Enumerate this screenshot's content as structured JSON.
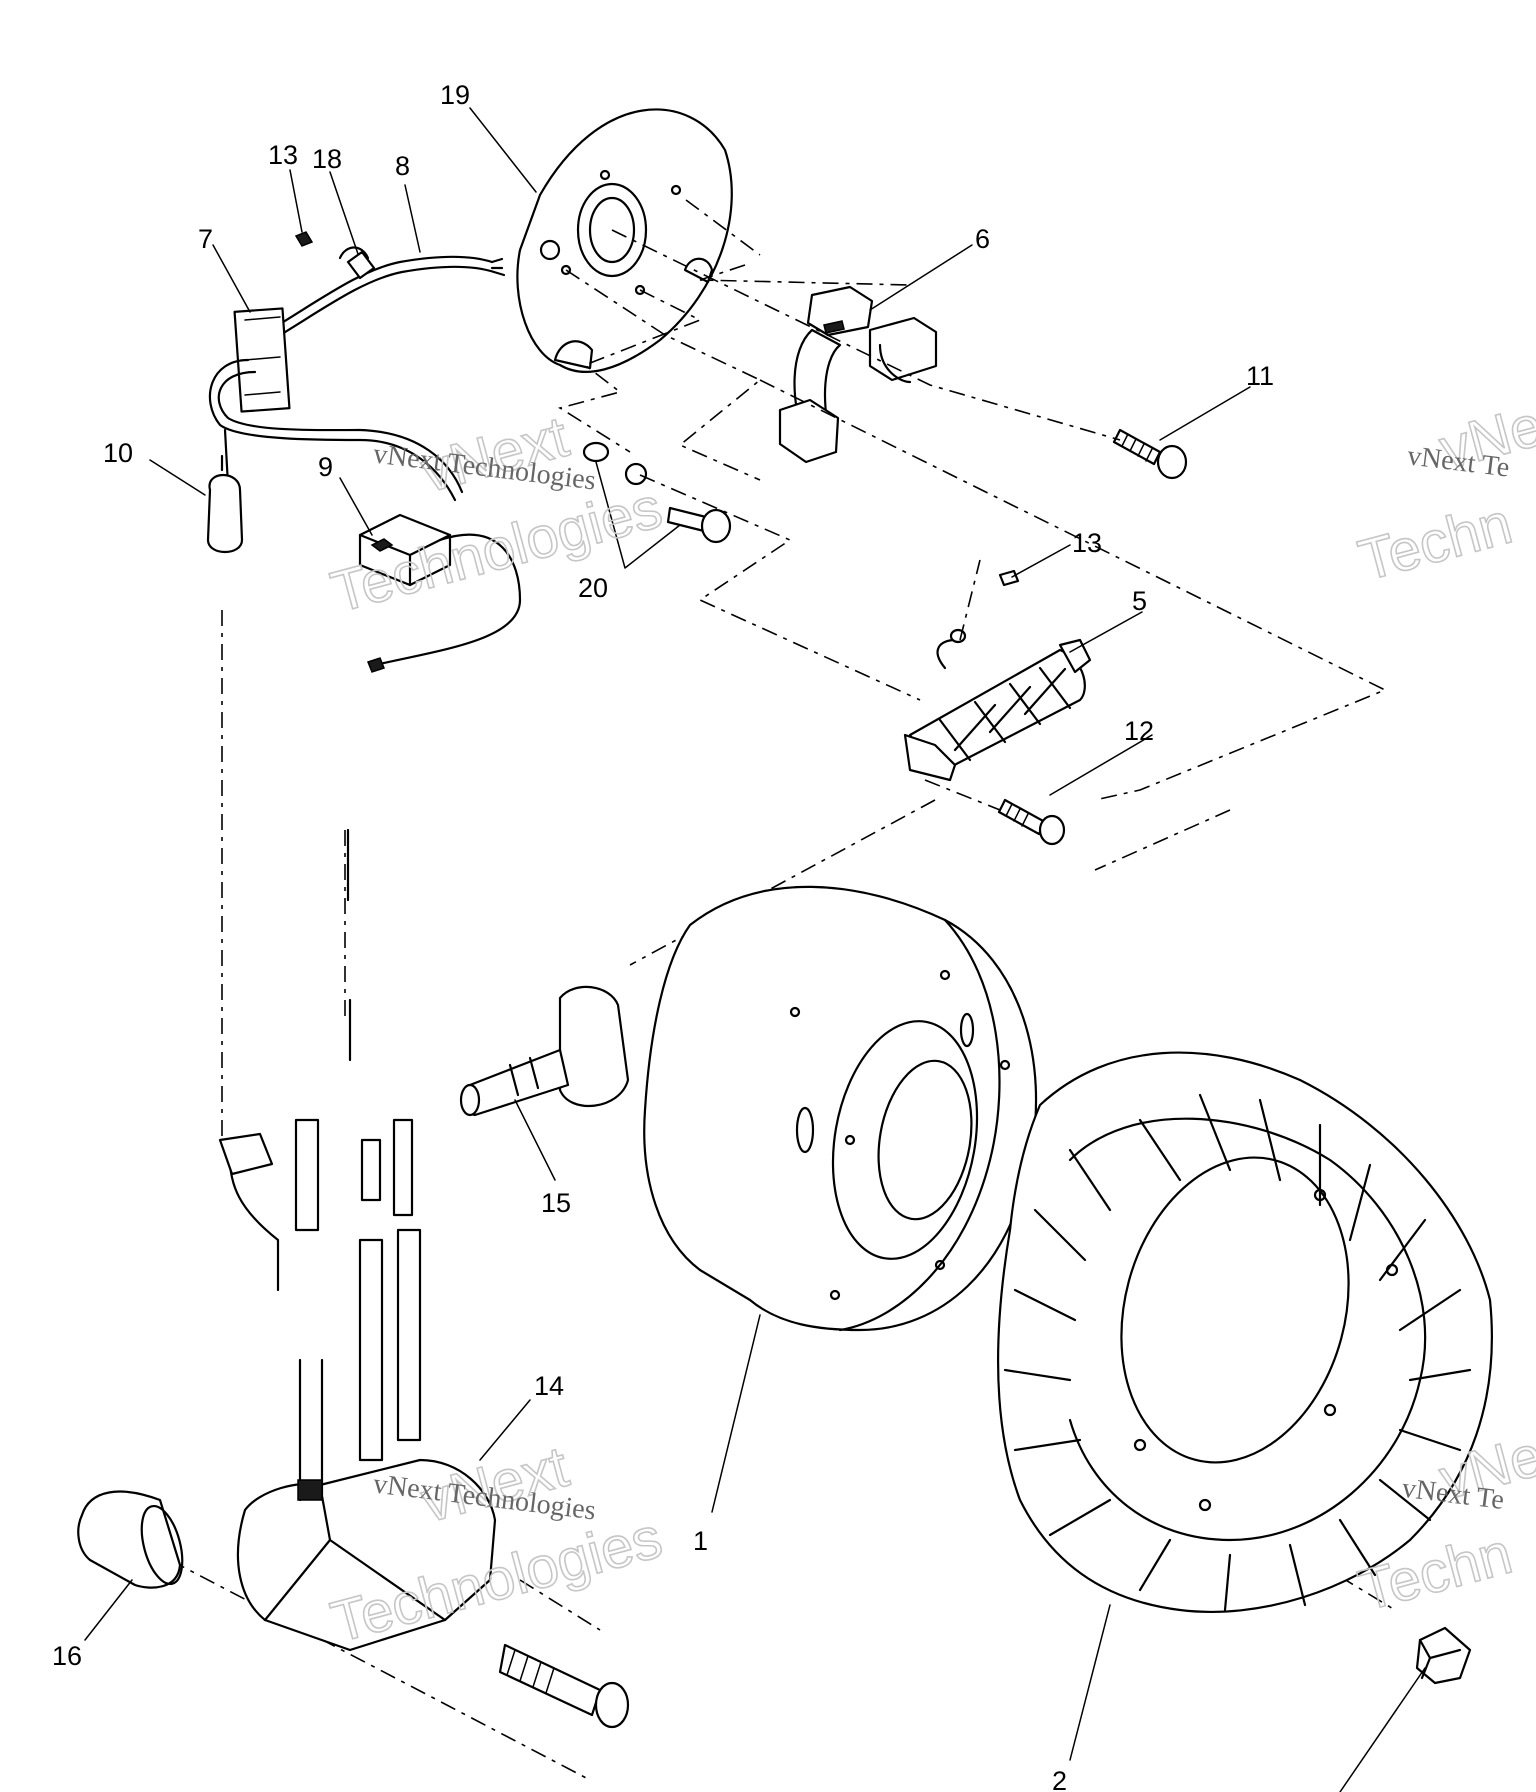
{
  "callouts": [
    {
      "id": "c19",
      "text": "19"
    },
    {
      "id": "c13a",
      "text": "13"
    },
    {
      "id": "c18",
      "text": "18"
    },
    {
      "id": "c8",
      "text": "8"
    },
    {
      "id": "c7",
      "text": "7"
    },
    {
      "id": "c6",
      "text": "6"
    },
    {
      "id": "c11",
      "text": "11"
    },
    {
      "id": "c10",
      "text": "10"
    },
    {
      "id": "c9",
      "text": "9"
    },
    {
      "id": "c20",
      "text": "20"
    },
    {
      "id": "c13b",
      "text": "13"
    },
    {
      "id": "c5",
      "text": "5"
    },
    {
      "id": "c12",
      "text": "12"
    },
    {
      "id": "c15",
      "text": "15"
    },
    {
      "id": "c14",
      "text": "14"
    },
    {
      "id": "c1",
      "text": "1"
    },
    {
      "id": "c16",
      "text": "16"
    },
    {
      "id": "c2",
      "text": "2"
    }
  ],
  "watermark": {
    "brand_big": "vNext",
    "brand_sub": "Technologies",
    "full": "vNext Technologies",
    "partial_full": "vNext Te",
    "partial_big": "vNe",
    "partial_sub": "Techn"
  }
}
